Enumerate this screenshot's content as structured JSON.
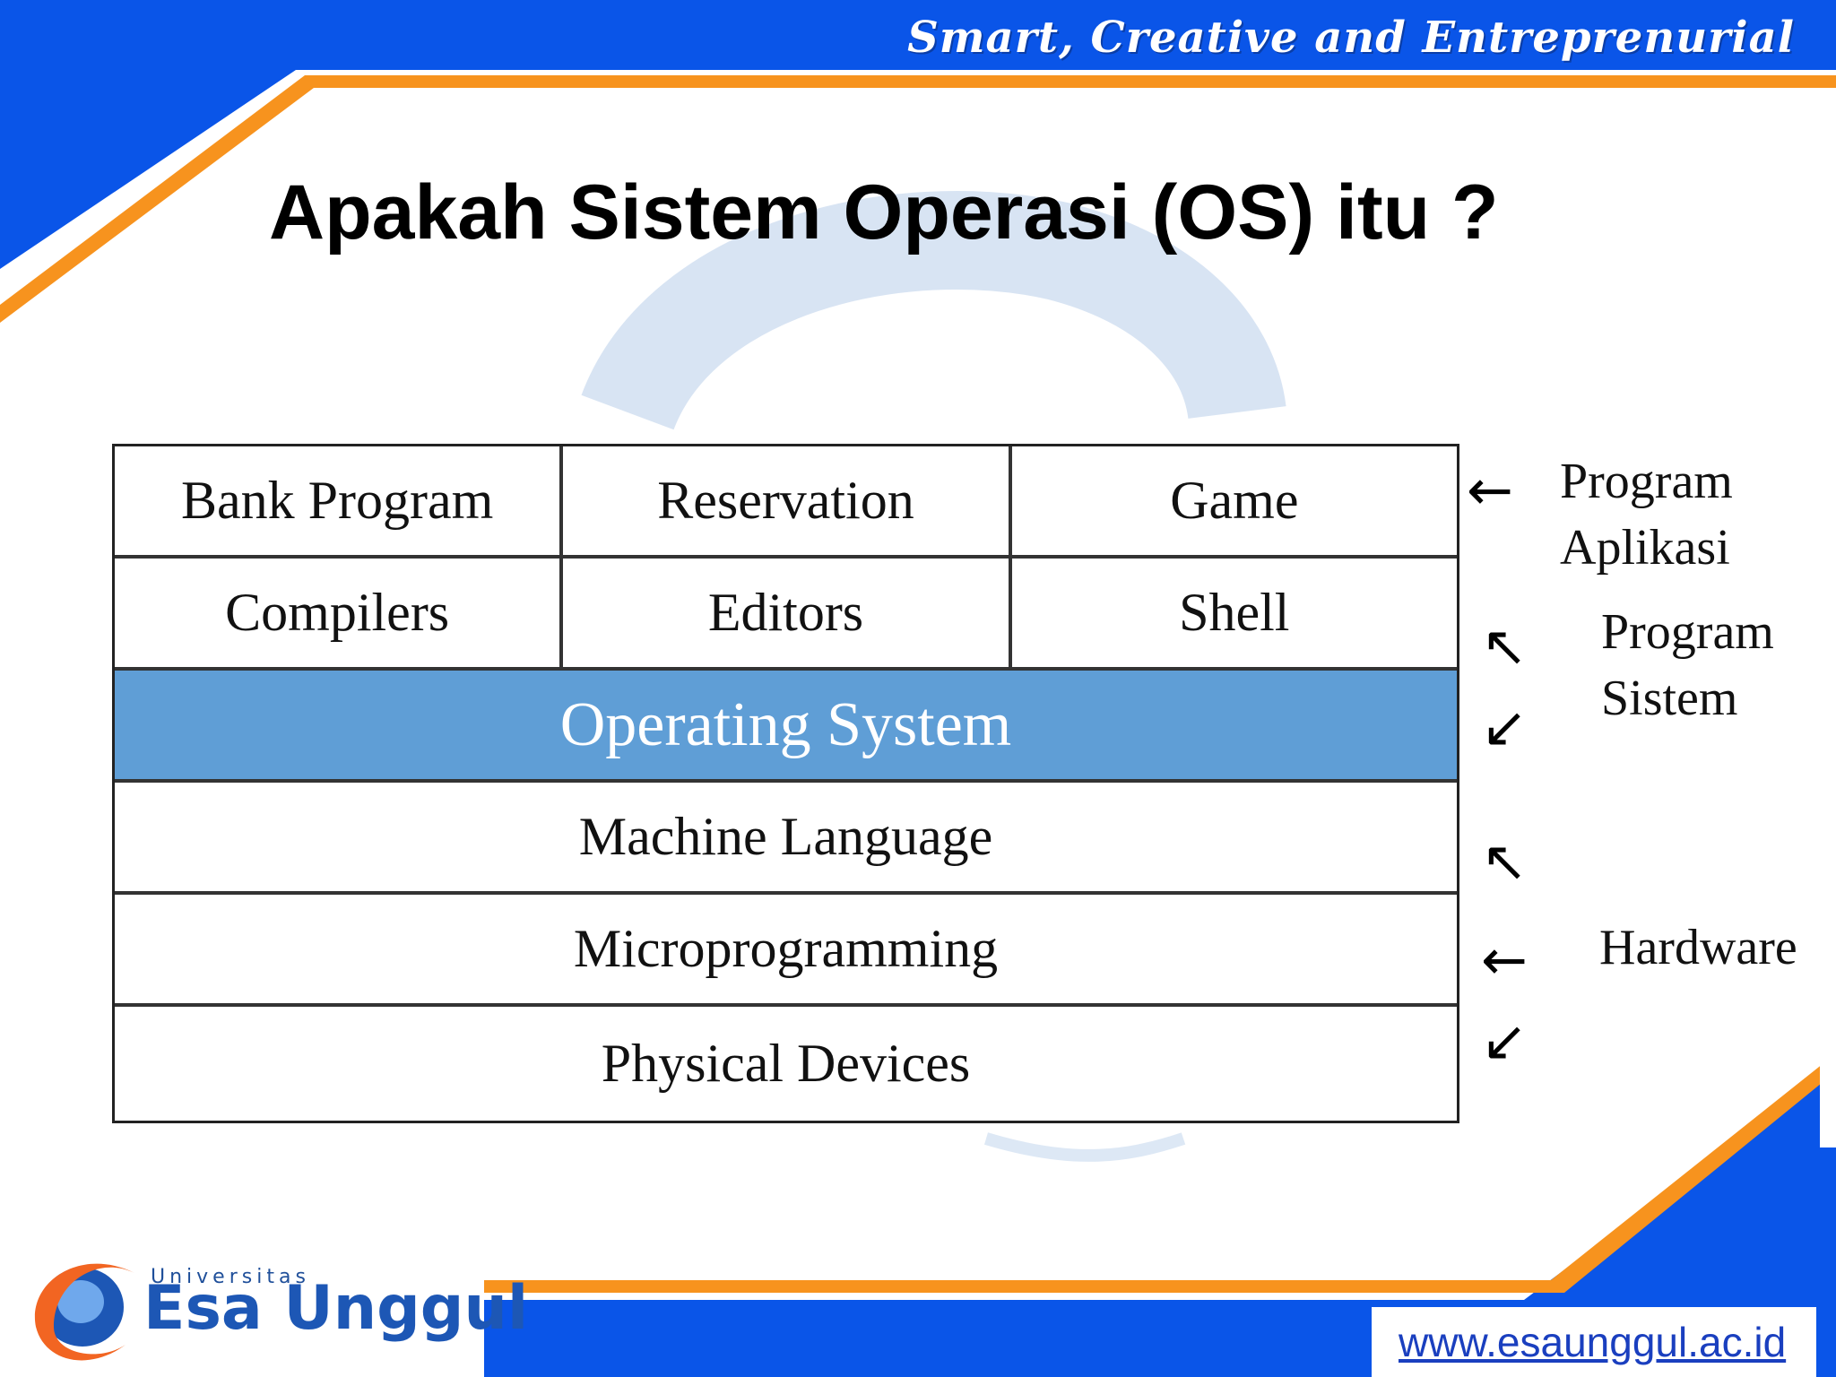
{
  "slide": {
    "tagline": "Smart, Creative and Entreprenurial",
    "title": "Apakah Sistem Operasi (OS) itu ?"
  },
  "layers": {
    "applications": [
      "Bank Program",
      "Reservation",
      "Game"
    ],
    "system_programs": [
      "Compilers",
      "Editors",
      "Shell"
    ],
    "operating_system": "Operating System",
    "machine_language": "Machine Language",
    "microprogramming": "Microprogramming",
    "physical_devices": "Physical Devices"
  },
  "side_labels": {
    "program_aplikasi_line1": "Program",
    "program_aplikasi_line2": "Aplikasi",
    "program_sistem_line1": "Program",
    "program_sistem_line2": "Sistem",
    "hardware": "Hardware"
  },
  "footer": {
    "logo_small": "Universitas",
    "logo_main": "Esa Unggul",
    "url": "www.esaunggul.ac.id"
  },
  "colors": {
    "brand_blue": "#0a55e8",
    "accent_orange": "#f7931e",
    "os_layer": "#5f9ed6"
  }
}
